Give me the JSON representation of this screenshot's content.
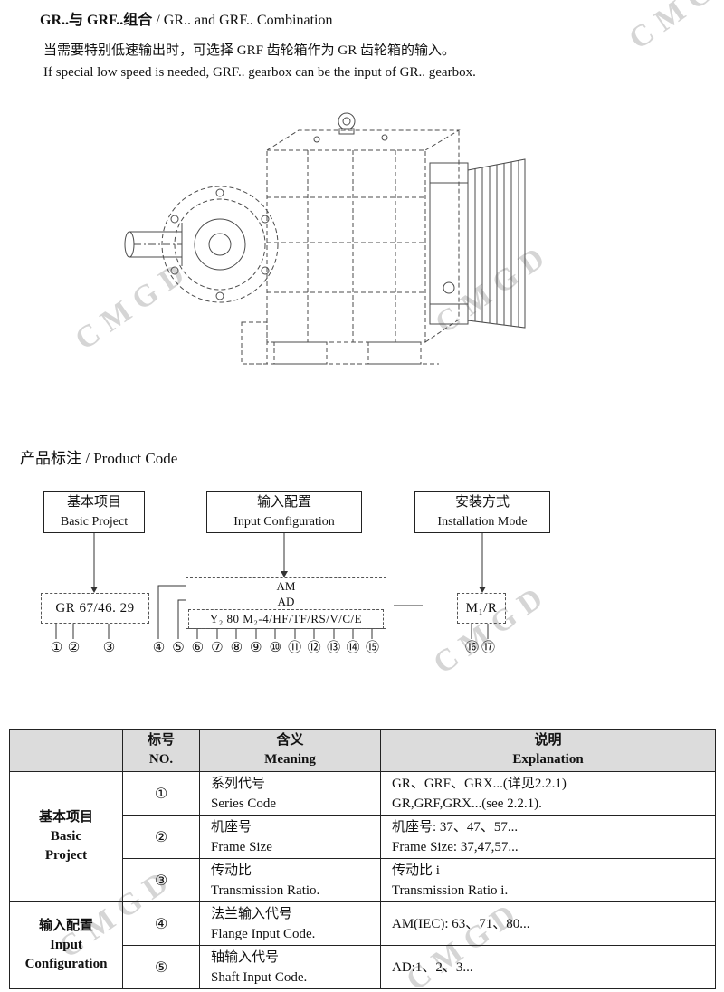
{
  "watermark": "CMGD",
  "colors": {
    "header_bg": "#dcdcdc",
    "watermark": "#cbcbcb"
  },
  "header": {
    "title_zh": "GR..与 GRF..组合",
    "title_rest": " / GR.. and GRF.. Combination",
    "body_zh": "当需要特别低速输出时，可选择 GRF 齿轮箱作为 GR 齿轮箱的输入。",
    "body_en": "If special low speed is needed, GRF.. gearbox can be the input of GR.. gearbox."
  },
  "section": {
    "title": "产品标注 / Product Code"
  },
  "diagram": {
    "boxes": [
      {
        "zh": "基本项目",
        "en": "Basic Project"
      },
      {
        "zh": "输入配置",
        "en": "Input Configuration"
      },
      {
        "zh": "安装方式",
        "en": "Installation Mode"
      }
    ],
    "code_left": "GR 67/46. 29",
    "code_am": "AM",
    "code_ad": "AD",
    "code_line": "Y₂ 80 M₂-4/HF/TF/RS/V/C/E",
    "code_right": "M₁/R",
    "numbers_left": [
      "①",
      "②",
      "③"
    ],
    "numbers_mid": [
      "④",
      "⑤",
      "⑥",
      "⑦",
      "⑧",
      "⑨",
      "⑩",
      "⑪",
      "⑫",
      "⑬",
      "⑭",
      "⑮"
    ],
    "numbers_right": [
      "⑯",
      "⑰"
    ]
  },
  "table": {
    "headers": {
      "no_zh": "标号",
      "no_en": "NO.",
      "meaning_zh": "含义",
      "meaning_en": "Meaning",
      "expl_zh": "说明",
      "expl_en": "Explanation"
    },
    "groups": [
      {
        "zh": "基本项目",
        "en1": "Basic",
        "en2": "Project"
      },
      {
        "zh": "输入配置",
        "en1": "Input",
        "en2": "Configuration"
      }
    ],
    "rows": [
      {
        "no": "①",
        "meaning_zh": "系列代号",
        "meaning_en": "Series Code",
        "expl1": "GR、GRF、GRX...(详见2.2.1)",
        "expl2": "GR,GRF,GRX...(see 2.2.1)."
      },
      {
        "no": "②",
        "meaning_zh": "机座号",
        "meaning_en": "Frame Size",
        "expl1": "机座号: 37、47、57...",
        "expl2": "Frame Size: 37,47,57..."
      },
      {
        "no": "③",
        "meaning_zh": "传动比",
        "meaning_en": "Transmission Ratio.",
        "expl1": "传动比 i",
        "expl2": "Transmission Ratio i."
      },
      {
        "no": "④",
        "meaning_zh": "法兰输入代号",
        "meaning_en": "Flange Input Code.",
        "expl1": "AM(IEC): 63、71、80..."
      },
      {
        "no": "⑤",
        "meaning_zh": "轴输入代号",
        "meaning_en": "Shaft Input Code.",
        "expl1": "AD:1、2、3..."
      }
    ]
  }
}
